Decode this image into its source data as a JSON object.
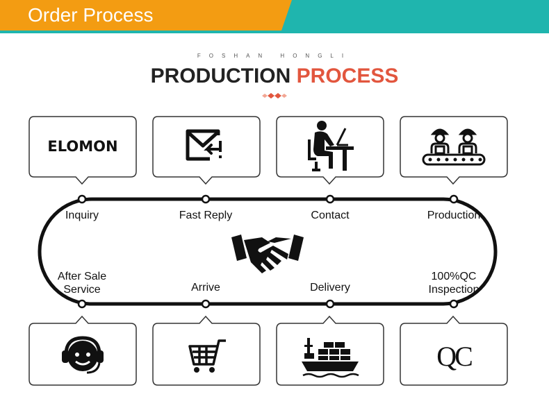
{
  "header": {
    "title": "Order Process"
  },
  "brand_caption": "FOSHAN HONGLI",
  "title": {
    "part1": "PRODUCTION ",
    "part2": "PROCESS"
  },
  "top_steps": [
    {
      "label": "Inquiry",
      "icon": "elomon-logo",
      "logo_text": "ELOMON"
    },
    {
      "label": "Fast Reply",
      "icon": "email-reply-icon"
    },
    {
      "label": "Contact",
      "icon": "person-at-desk-icon"
    },
    {
      "label": "Production",
      "icon": "factory-workers-icon"
    }
  ],
  "bottom_steps": [
    {
      "label_line1": "After Sale",
      "label_line2": "Service",
      "icon": "customer-service-headset-icon"
    },
    {
      "label": "Arrive",
      "icon": "shopping-cart-icon"
    },
    {
      "label": "Delivery",
      "icon": "cargo-ship-icon"
    },
    {
      "label_line1": "100%QC",
      "label_line2": "Inspection",
      "icon": "qc-icon",
      "icon_text": "QC"
    }
  ],
  "center_icon": "handshake-icon",
  "colors": {
    "banner_orange": "#f39c12",
    "banner_teal": "#1fb5ae",
    "accent_red": "#e2563e",
    "line": "#111111"
  }
}
